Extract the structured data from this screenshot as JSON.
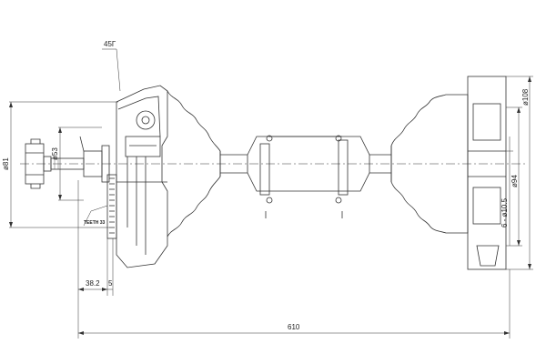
{
  "dimensions": {
    "angle": "45Γ",
    "d81": "ø81",
    "d53": "ø53",
    "teeth": "TEETH 33",
    "l38": "38.2",
    "l5": "5",
    "overall": "610",
    "holes": "6 - ø10.5",
    "d94": "ø94",
    "d108": "ø108"
  },
  "colors": {
    "line": "#333333",
    "background": "#ffffff"
  }
}
